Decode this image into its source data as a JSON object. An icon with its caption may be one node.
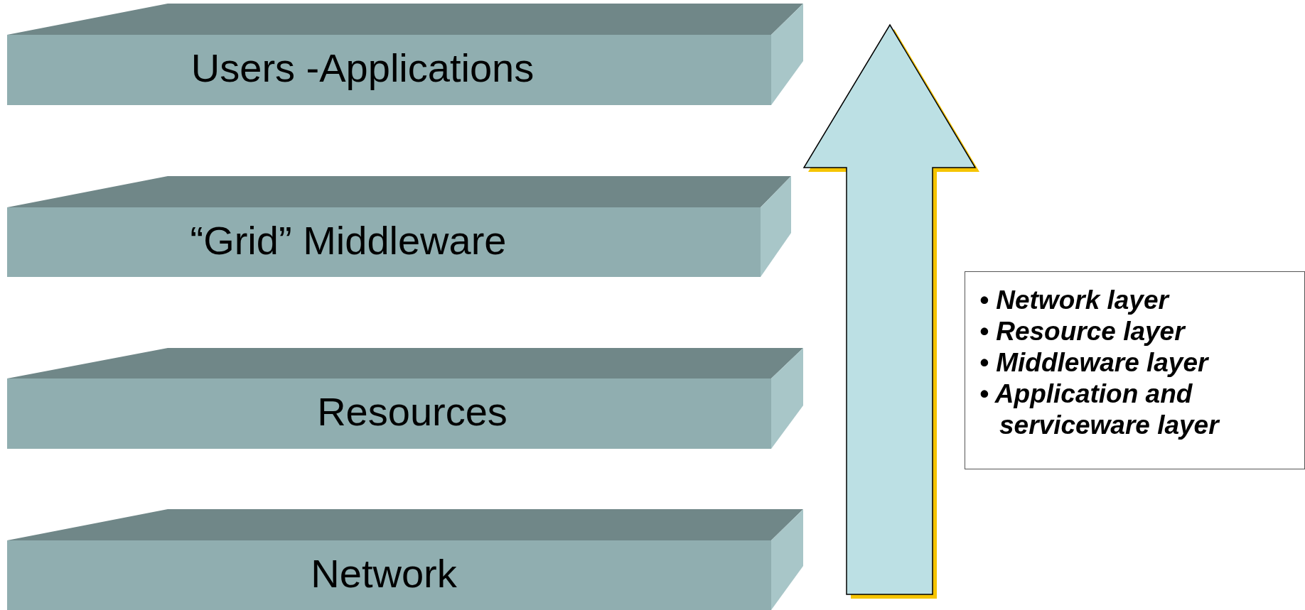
{
  "diagram": {
    "nodes": [
      {
        "text": [
          "Users -Applications"
        ]
      },
      {
        "text": [
          "“Grid” Middleware"
        ]
      },
      {
        "text": [
          "Resources"
        ]
      },
      {
        "text": [
          "Network"
        ]
      },
      {
        "text": [
          "• Network layer",
          "• Resource layer",
          "• Middleware layer",
          "• Application and serviceware layer"
        ]
      }
    ]
  }
}
